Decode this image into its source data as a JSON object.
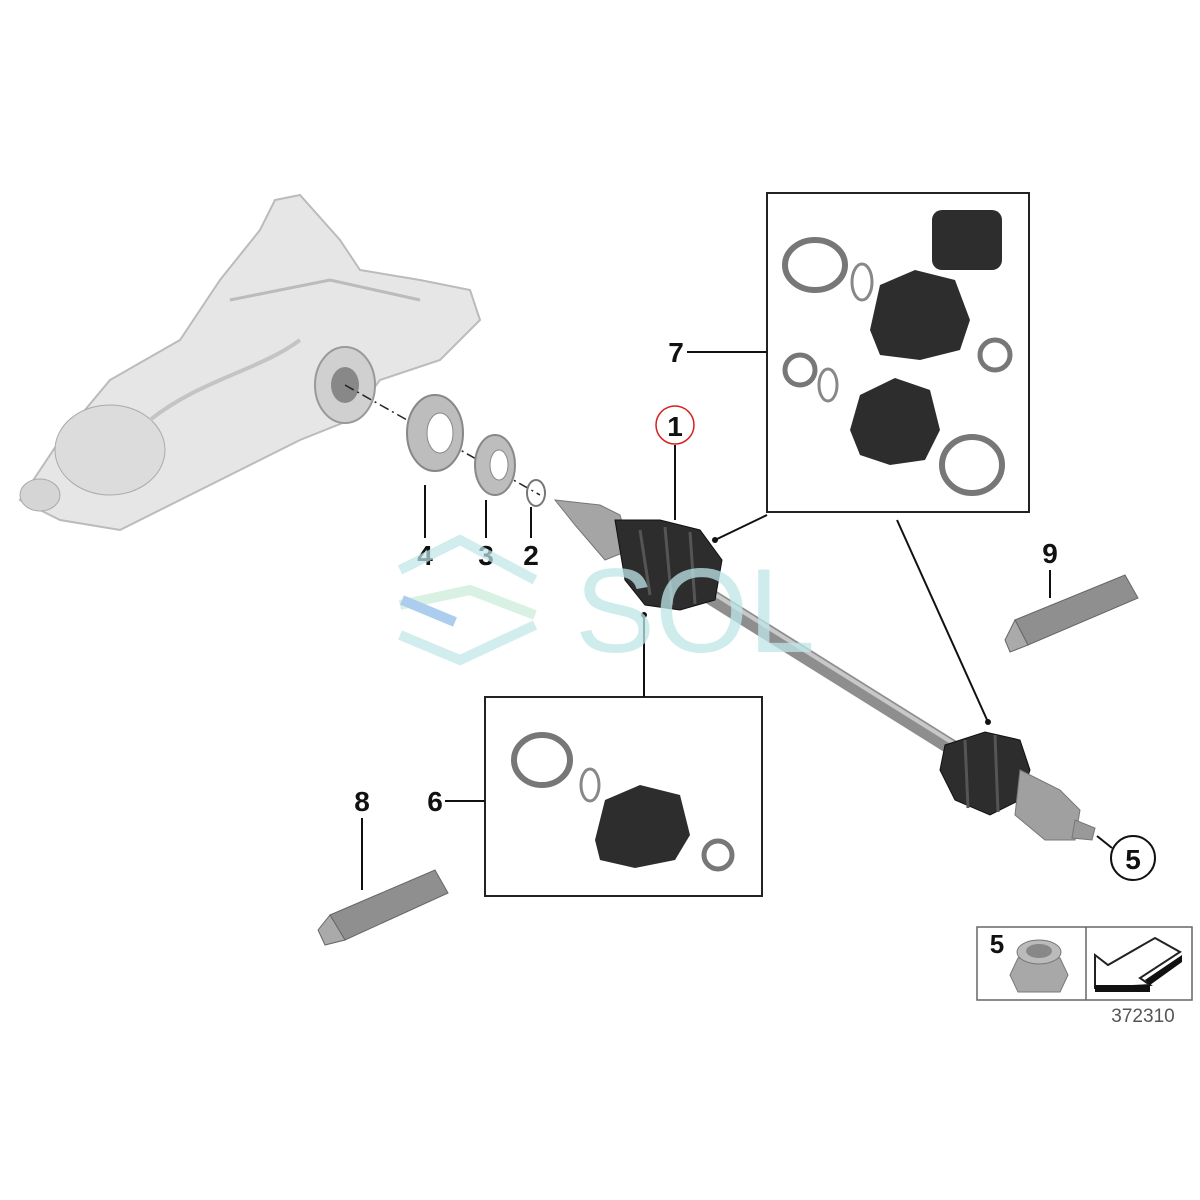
{
  "callouts": {
    "c1": "1",
    "c2": "2",
    "c3": "3",
    "c4": "4",
    "c5": "5",
    "c6": "6",
    "c7": "7",
    "c8": "8",
    "c9": "9"
  },
  "legend": {
    "part_number": "5",
    "diagram_code": "372310"
  },
  "watermark": "SOL",
  "colors": {
    "highlight": "#d62020",
    "boot": "#2b2b2b",
    "metal": "#a8a8a8",
    "housing": "#e4e4e4",
    "watermark": "#bfe6e8"
  }
}
